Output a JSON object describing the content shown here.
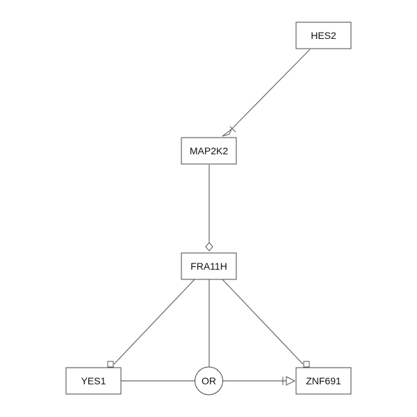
{
  "nodes": {
    "hes2": {
      "label": "HES2"
    },
    "map2k2": {
      "label": "MAP2K2"
    },
    "fra11h": {
      "label": "FRA11H"
    },
    "yes1": {
      "label": "YES1"
    },
    "znf691": {
      "label": "ZNF691"
    },
    "or_gate": {
      "label": "OR"
    }
  },
  "edges": [
    {
      "from": "HES2",
      "to": "MAP2K2",
      "arrowhead": "inhibit-open-triangle"
    },
    {
      "from": "MAP2K2",
      "to": "FRA11H",
      "arrowhead": "open-diamond"
    },
    {
      "from": "FRA11H",
      "to": "YES1",
      "arrowhead": "open-square"
    },
    {
      "from": "FRA11H",
      "to": "ZNF691",
      "arrowhead": "open-square"
    },
    {
      "from": "FRA11H",
      "to": "OR",
      "arrowhead": "none"
    },
    {
      "from": "YES1",
      "to": "OR",
      "arrowhead": "none"
    },
    {
      "from": "OR",
      "to": "ZNF691",
      "arrowhead": "inhibit-open-triangle"
    }
  ],
  "colors": {
    "edge": "#666666",
    "node_border": "#444444",
    "text": "#111111"
  }
}
